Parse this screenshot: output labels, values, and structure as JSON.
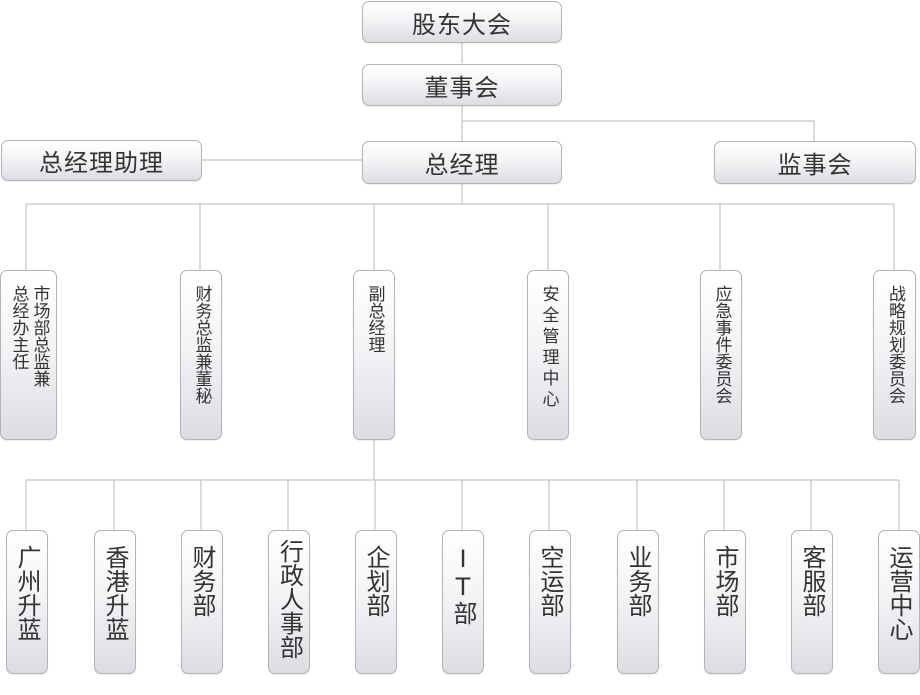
{
  "top": {
    "shareholders": "股东大会",
    "board": "董事会",
    "gm": "总经理",
    "gm_assistant": "总经理助理",
    "supervisory": "监事会"
  },
  "level2": [
    "市场部总监兼总经办主任",
    "财务总监兼董秘",
    "副总经理",
    "安全管理中心",
    "应急事件委员会",
    "战略规划委员会"
  ],
  "departments": [
    "广州升蓝",
    "香港升蓝",
    "财务部",
    "行政人事部",
    "企划部",
    "IT部",
    "空运部",
    "业务部",
    "市场部",
    "客服部",
    "运营中心"
  ],
  "colors": {
    "line": "#c4c4c8",
    "border": "#b3b3b8",
    "text": "#333333"
  }
}
